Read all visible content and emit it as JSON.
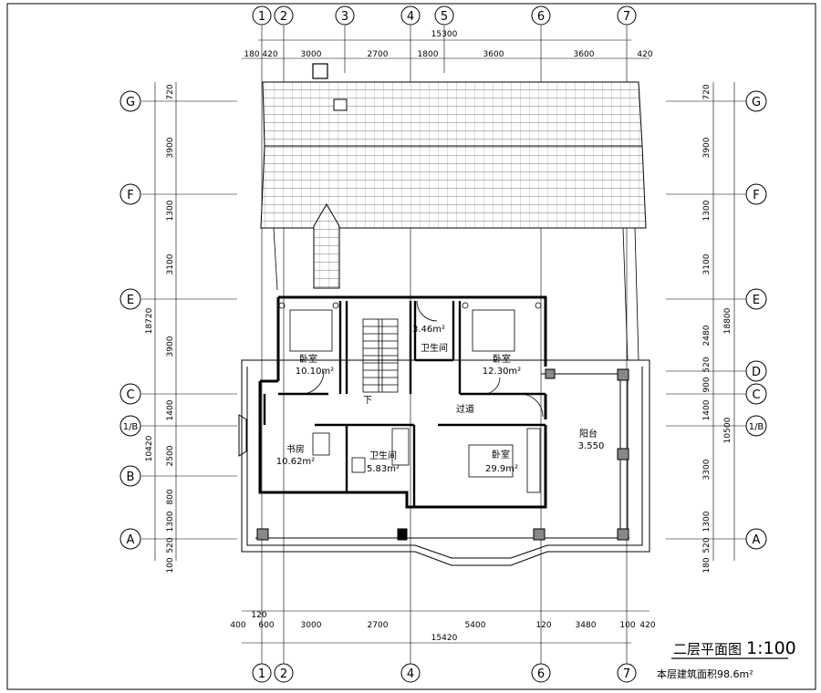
{
  "axes": {
    "columns": [
      "1",
      "2",
      "3",
      "4",
      "5",
      "6",
      "7"
    ],
    "rows": [
      "G",
      "F",
      "E",
      "D",
      "C",
      "1/B",
      "B",
      "A"
    ]
  },
  "dims_top": {
    "total": "15300",
    "segments": [
      "180",
      "420",
      "3000",
      "2700",
      "1800",
      "3600",
      "3600",
      "420"
    ]
  },
  "dims_bottom": {
    "total": "15420",
    "segments": [
      "400",
      "120",
      "600",
      "3000",
      "2700",
      "5400",
      "120",
      "3480",
      "100",
      "420"
    ]
  },
  "dims_left": {
    "total": "18720",
    "sub_total": "10420",
    "segments": [
      "720",
      "3900",
      "1300",
      "3100",
      "3900",
      "1400",
      "2500",
      "800",
      "1300",
      "520",
      "100"
    ]
  },
  "dims_right": {
    "total": "18800",
    "sub_total": "10500",
    "segments": [
      "720",
      "3900",
      "1300",
      "3100",
      "2480",
      "520",
      "900",
      "1400",
      "3300",
      "1300",
      "520",
      "180"
    ]
  },
  "rooms": {
    "bedroom_nw": {
      "name": "卧室",
      "area": "10.10m²"
    },
    "bathroom_n": {
      "name": "卫生间",
      "area": "3.46m²"
    },
    "bedroom_ne": {
      "name": "卧室",
      "area": "12.30m²"
    },
    "corridor": {
      "name": "过道"
    },
    "study": {
      "name": "书房",
      "area": "10.62m²"
    },
    "bathroom_s": {
      "name": "卫生间",
      "area": "5.83m²"
    },
    "bedroom_s": {
      "name": "卧室",
      "area": "29.9m²"
    },
    "balcony": {
      "name": "阳台",
      "level": "3.550"
    },
    "stair_down": "下"
  },
  "title_block": {
    "title": "二层平面图",
    "scale": "1:100",
    "area_note": "本层建筑面积98.6m²"
  },
  "colors": {
    "line": "#000000",
    "background": "#ffffff",
    "roof_hatch": "#555555"
  }
}
